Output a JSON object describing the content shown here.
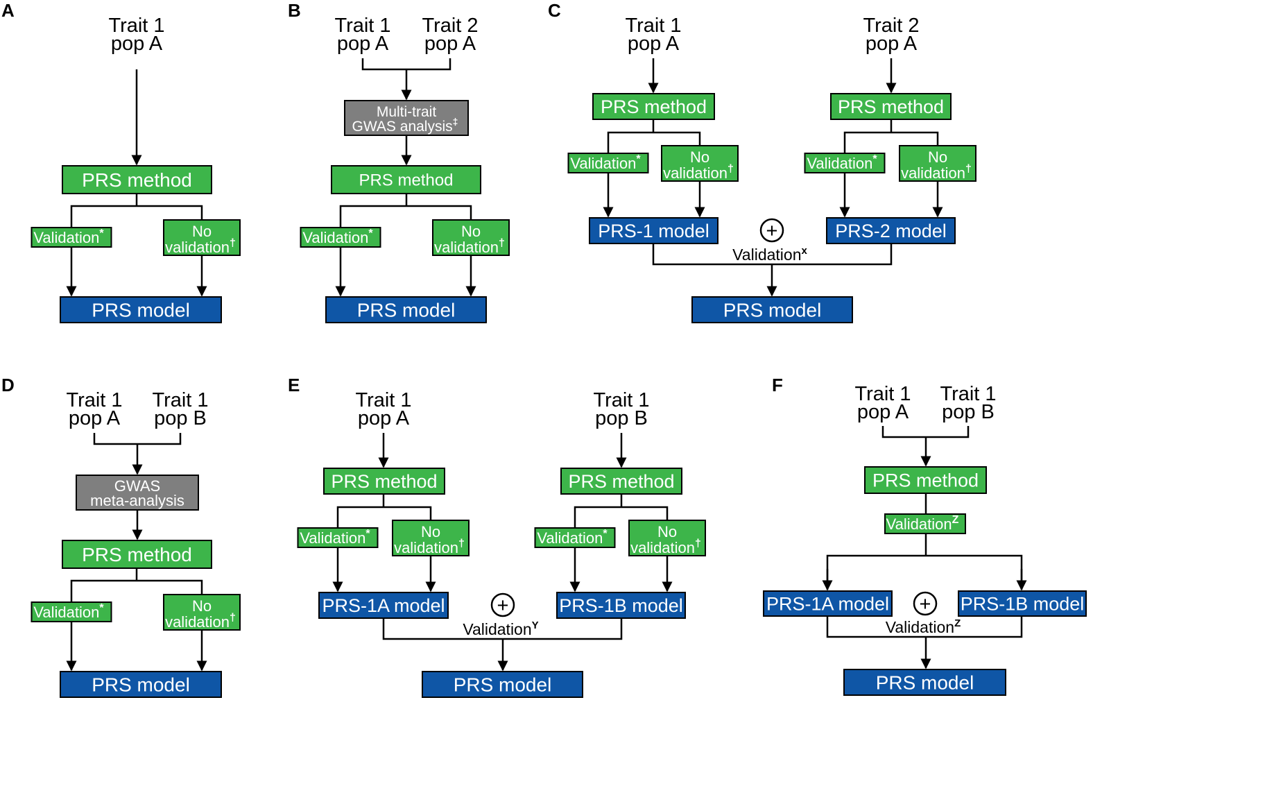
{
  "colors": {
    "green": "#3db54a",
    "blue": "#0f56a6",
    "gray": "#7f7f7f",
    "line": "#000000",
    "text_on_box": "#ffffff"
  },
  "panels": {
    "A": {
      "label": "A",
      "input": {
        "l1": "Trait 1",
        "l2": "pop A"
      },
      "method": "PRS method",
      "validation": {
        "text": "Validation",
        "sup": "*"
      },
      "no_validation": {
        "l1": "No",
        "l2": "validation",
        "sup": "†"
      },
      "model": "PRS model"
    },
    "B": {
      "label": "B",
      "input1": {
        "l1": "Trait 1",
        "l2": "pop A"
      },
      "input2": {
        "l1": "Trait 2",
        "l2": "pop A"
      },
      "analysis": {
        "l1": "Multi-trait",
        "l2": "GWAS analysis",
        "sup": "‡"
      },
      "method": "PRS method",
      "validation": {
        "text": "Validation",
        "sup": "*"
      },
      "no_validation": {
        "l1": "No",
        "l2": "validation",
        "sup": "†"
      },
      "model": "PRS model"
    },
    "C": {
      "label": "C",
      "input1": {
        "l1": "Trait 1",
        "l2": "pop A"
      },
      "input2": {
        "l1": "Trait 2",
        "l2": "pop A"
      },
      "method1": "PRS method",
      "method2": "PRS method",
      "validation": {
        "text": "Validation",
        "sup": "*"
      },
      "no_validation": {
        "l1": "No",
        "l2": "validation",
        "sup": "†"
      },
      "model1": "PRS-1 model",
      "model2": "PRS-2 model",
      "plus": "+",
      "combine": {
        "text": "Validation",
        "sup": "x"
      },
      "model": "PRS model"
    },
    "D": {
      "label": "D",
      "input1": {
        "l1": "Trait 1",
        "l2": "pop A"
      },
      "input2": {
        "l1": "Trait 1",
        "l2": "pop B"
      },
      "analysis": {
        "l1": "GWAS",
        "l2": "meta-analysis"
      },
      "method": "PRS method",
      "validation": {
        "text": "Validation",
        "sup": "*"
      },
      "no_validation": {
        "l1": "No",
        "l2": "validation",
        "sup": "†"
      },
      "model": "PRS model"
    },
    "E": {
      "label": "E",
      "input1": {
        "l1": "Trait 1",
        "l2": "pop A"
      },
      "input2": {
        "l1": "Trait 1",
        "l2": "pop B"
      },
      "method1": "PRS method",
      "method2": "PRS method",
      "validation": {
        "text": "Validation",
        "sup": "*"
      },
      "no_validation": {
        "l1": "No",
        "l2": "validation",
        "sup": "†"
      },
      "model1": "PRS-1A model",
      "model2": "PRS-1B model",
      "plus": "+",
      "combine": {
        "text": "Validation",
        "sup": "Y"
      },
      "model": "PRS model"
    },
    "F": {
      "label": "F",
      "input1": {
        "l1": "Trait 1",
        "l2": "pop A"
      },
      "input2": {
        "l1": "Trait 1",
        "l2": "pop B"
      },
      "method": "PRS method",
      "validation": {
        "text": "Validation",
        "sup": "Z"
      },
      "model1": "PRS-1A model",
      "model2": "PRS-1B model",
      "plus": "+",
      "combine": {
        "text": "Validation",
        "sup": "Z"
      },
      "model": "PRS model"
    }
  }
}
